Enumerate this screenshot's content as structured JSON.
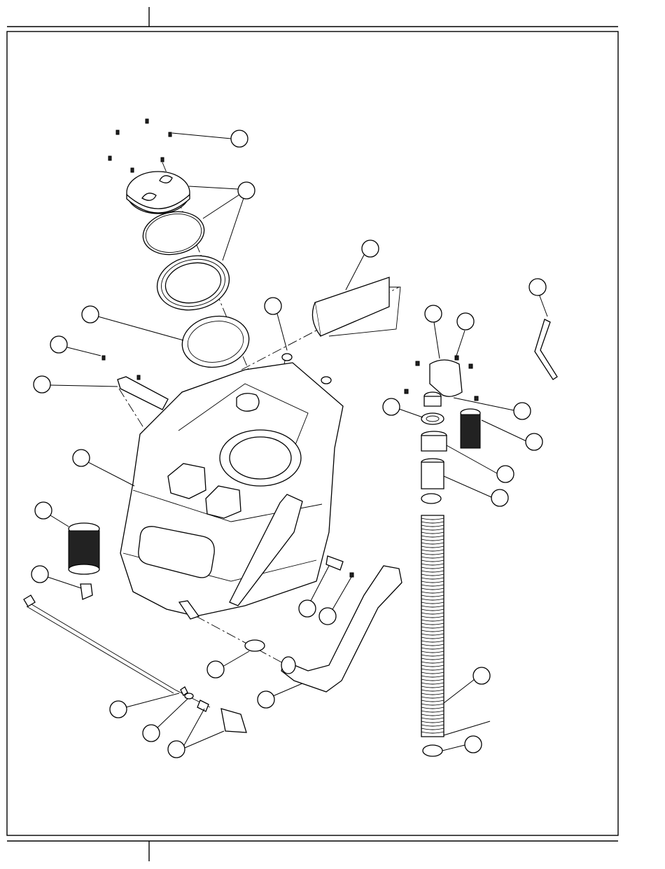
{
  "page": {
    "header_cells": [
      "",
      ""
    ],
    "footer_cells": [
      "",
      ""
    ]
  },
  "diagram": {
    "type": "exploded-parts-view",
    "callouts": [
      {
        "id": "screws-top"
      },
      {
        "id": "cover-assembly"
      },
      {
        "id": "gasket-large"
      },
      {
        "id": "screw-bracket"
      },
      {
        "id": "bracket"
      },
      {
        "id": "recovery-tank"
      },
      {
        "id": "filter-cartridge"
      },
      {
        "id": "drain-fitting"
      },
      {
        "id": "plug"
      },
      {
        "id": "deflector-sheet"
      },
      {
        "id": "handle-rod"
      },
      {
        "id": "elbow-left"
      },
      {
        "id": "elbow-right"
      },
      {
        "id": "washer"
      },
      {
        "id": "elbow-adapter"
      },
      {
        "id": "inlet-filter"
      },
      {
        "id": "sleeve"
      },
      {
        "id": "tube"
      },
      {
        "id": "float-switch-mount"
      },
      {
        "id": "float-switch-screw"
      },
      {
        "id": "hose-clamp"
      },
      {
        "id": "drain-hose"
      },
      {
        "id": "float-cable-nut"
      },
      {
        "id": "float-cable-washer"
      },
      {
        "id": "float-body"
      },
      {
        "id": "vacuum-hose"
      },
      {
        "id": "hose-clamp-bottom"
      }
    ],
    "icons": [
      "screw-icon",
      "hose-clamp-icon",
      "filter-icon"
    ]
  }
}
